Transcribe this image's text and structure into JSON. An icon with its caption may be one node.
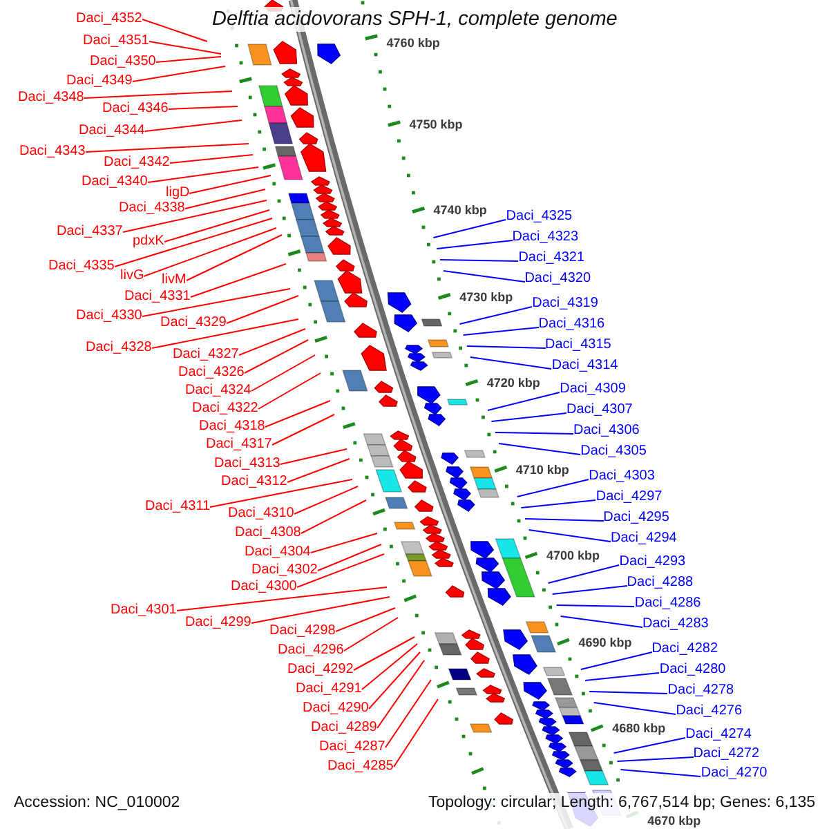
{
  "diagram": {
    "title": "Delftia acidovorans SPH-1, complete genome",
    "nodes": [
      {
        "text": [
          "Daci_4352"
        ]
      },
      {
        "text": [
          "Daci_4351"
        ]
      },
      {
        "text": [
          "Daci_4350"
        ]
      },
      {
        "text": [
          "Daci_4349"
        ]
      },
      {
        "text": [
          "Daci_4348"
        ]
      },
      {
        "text": [
          "Daci_4346"
        ]
      },
      {
        "text": [
          "Daci_4344"
        ]
      },
      {
        "text": [
          "Daci_4343"
        ]
      },
      {
        "text": [
          "Daci_4342"
        ]
      },
      {
        "text": [
          "Daci_4340"
        ]
      },
      {
        "text": [
          "ligD"
        ]
      },
      {
        "text": [
          "Daci_4338"
        ]
      },
      {
        "text": [
          "Daci_4337"
        ]
      },
      {
        "text": [
          "pdxK"
        ]
      },
      {
        "text": [
          "Daci_4335"
        ]
      },
      {
        "text": [
          "livG"
        ]
      },
      {
        "text": [
          "livM"
        ]
      },
      {
        "text": [
          "Daci_4331"
        ]
      },
      {
        "text": [
          "Daci_4330"
        ]
      },
      {
        "text": [
          "Daci_4329"
        ]
      },
      {
        "text": [
          "Daci_4328"
        ]
      },
      {
        "text": [
          "Daci_4327"
        ]
      },
      {
        "text": [
          "Daci_4326"
        ]
      },
      {
        "text": [
          "Daci_4324"
        ]
      },
      {
        "text": [
          "Daci_4322"
        ]
      },
      {
        "text": [
          "Daci_4318"
        ]
      },
      {
        "text": [
          "Daci_4317"
        ]
      },
      {
        "text": [
          "Daci_4313"
        ]
      },
      {
        "text": [
          "Daci_4312"
        ]
      },
      {
        "text": [
          "Daci_4311"
        ]
      },
      {
        "text": [
          "Daci_4310"
        ]
      },
      {
        "text": [
          "Daci_4308"
        ]
      },
      {
        "text": [
          "Daci_4304"
        ]
      },
      {
        "text": [
          "Daci_4302"
        ]
      },
      {
        "text": [
          "Daci_4300"
        ]
      },
      {
        "text": [
          "Daci_4301"
        ]
      },
      {
        "text": [
          "Daci_4299"
        ]
      },
      {
        "text": [
          "Daci_4298"
        ]
      },
      {
        "text": [
          "Daci_4296"
        ]
      },
      {
        "text": [
          "Daci_4292"
        ]
      },
      {
        "text": [
          "Daci_4291"
        ]
      },
      {
        "text": [
          "Daci_4290"
        ]
      },
      {
        "text": [
          "Daci_4289"
        ]
      },
      {
        "text": [
          "Daci_4287"
        ]
      },
      {
        "text": [
          "Daci_4285"
        ]
      },
      {
        "text": [
          "Daci_4325"
        ]
      },
      {
        "text": [
          "Daci_4323"
        ]
      },
      {
        "text": [
          "Daci_4321"
        ]
      },
      {
        "text": [
          "Daci_4320"
        ]
      },
      {
        "text": [
          "Daci_4319"
        ]
      },
      {
        "text": [
          "Daci_4316"
        ]
      },
      {
        "text": [
          "Daci_4315"
        ]
      },
      {
        "text": [
          "Daci_4314"
        ]
      },
      {
        "text": [
          "Daci_4309"
        ]
      },
      {
        "text": [
          "Daci_4307"
        ]
      },
      {
        "text": [
          "Daci_4306"
        ]
      },
      {
        "text": [
          "Daci_4305"
        ]
      },
      {
        "text": [
          "Daci_4303"
        ]
      },
      {
        "text": [
          "Daci_4297"
        ]
      },
      {
        "text": [
          "Daci_4295"
        ]
      },
      {
        "text": [
          "Daci_4294"
        ]
      },
      {
        "text": [
          "Daci_4293"
        ]
      },
      {
        "text": [
          "Daci_4288"
        ]
      },
      {
        "text": [
          "Daci_4286"
        ]
      },
      {
        "text": [
          "Daci_4283"
        ]
      },
      {
        "text": [
          "Daci_4282"
        ]
      },
      {
        "text": [
          "Daci_4280"
        ]
      },
      {
        "text": [
          "Daci_4278"
        ]
      },
      {
        "text": [
          "Daci_4276"
        ]
      },
      {
        "text": [
          "Daci_4274"
        ]
      },
      {
        "text": [
          "Daci_4272"
        ]
      },
      {
        "text": [
          "Daci_4270"
        ]
      }
    ],
    "edges": [
      {
        "from": 0,
        "to": null,
        "arrow": "none"
      },
      {
        "from": 1,
        "to": null,
        "arrow": "none"
      },
      {
        "from": 2,
        "to": null,
        "arrow": "none"
      },
      {
        "from": 3,
        "to": null,
        "arrow": "none"
      },
      {
        "from": 4,
        "to": null,
        "arrow": "none"
      },
      {
        "from": 5,
        "to": null,
        "arrow": "none"
      },
      {
        "from": 6,
        "to": null,
        "arrow": "none"
      },
      {
        "from": 7,
        "to": null,
        "arrow": "none"
      },
      {
        "from": 8,
        "to": null,
        "arrow": "none"
      },
      {
        "from": 9,
        "to": null,
        "arrow": "none"
      },
      {
        "from": 10,
        "to": null,
        "arrow": "none"
      },
      {
        "from": 11,
        "to": null,
        "arrow": "none"
      },
      {
        "from": 12,
        "to": null,
        "arrow": "none"
      },
      {
        "from": 13,
        "to": null,
        "arrow": "none"
      },
      {
        "from": 14,
        "to": null,
        "arrow": "none"
      },
      {
        "from": 15,
        "to": null,
        "arrow": "none"
      },
      {
        "from": 16,
        "to": null,
        "arrow": "none"
      },
      {
        "from": 17,
        "to": null,
        "arrow": "none"
      },
      {
        "from": 18,
        "to": null,
        "arrow": "none"
      },
      {
        "from": 19,
        "to": null,
        "arrow": "none"
      },
      {
        "from": 20,
        "to": null,
        "arrow": "none"
      },
      {
        "from": 21,
        "to": null,
        "arrow": "none"
      },
      {
        "from": 22,
        "to": null,
        "arrow": "none"
      },
      {
        "from": 23,
        "to": null,
        "arrow": "none"
      },
      {
        "from": 24,
        "to": null,
        "arrow": "none"
      },
      {
        "from": 25,
        "to": null,
        "arrow": "none"
      },
      {
        "from": 26,
        "to": null,
        "arrow": "none"
      },
      {
        "from": 27,
        "to": null,
        "arrow": "none"
      },
      {
        "from": 28,
        "to": null,
        "arrow": "none"
      },
      {
        "from": 29,
        "to": null,
        "arrow": "none"
      },
      {
        "from": 30,
        "to": null,
        "arrow": "none"
      },
      {
        "from": 31,
        "to": null,
        "arrow": "none"
      },
      {
        "from": 32,
        "to": null,
        "arrow": "none"
      },
      {
        "from": 33,
        "to": null,
        "arrow": "none"
      },
      {
        "from": 34,
        "to": null,
        "arrow": "none"
      },
      {
        "from": 35,
        "to": null,
        "arrow": "none"
      },
      {
        "from": 36,
        "to": null,
        "arrow": "none"
      },
      {
        "from": 37,
        "to": null,
        "arrow": "none"
      },
      {
        "from": 38,
        "to": null,
        "arrow": "none"
      },
      {
        "from": 39,
        "to": null,
        "arrow": "none"
      },
      {
        "from": 40,
        "to": null,
        "arrow": "none"
      },
      {
        "from": 41,
        "to": null,
        "arrow": "none"
      },
      {
        "from": 42,
        "to": null,
        "arrow": "none"
      },
      {
        "from": 43,
        "to": null,
        "arrow": "none"
      },
      {
        "from": 44,
        "to": null,
        "arrow": "none"
      },
      {
        "from": 45,
        "to": null,
        "arrow": "none",
        "color": "#0000ff"
      },
      {
        "from": 46,
        "to": null,
        "arrow": "none",
        "color": "#0000ff"
      },
      {
        "from": 47,
        "to": null,
        "arrow": "none",
        "color": "#0000ff"
      },
      {
        "from": 48,
        "to": null,
        "arrow": "none",
        "color": "#0000ff"
      },
      {
        "from": 49,
        "to": null,
        "arrow": "none",
        "color": "#0000ff"
      },
      {
        "from": 50,
        "to": null,
        "arrow": "none",
        "color": "#0000ff"
      },
      {
        "from": 51,
        "to": null,
        "arrow": "none",
        "color": "#0000ff"
      },
      {
        "from": 52,
        "to": null,
        "arrow": "none",
        "color": "#0000ff"
      },
      {
        "from": 53,
        "to": null,
        "arrow": "none",
        "color": "#0000ff"
      },
      {
        "from": 54,
        "to": null,
        "arrow": "none",
        "color": "#0000ff"
      },
      {
        "from": 55,
        "to": null,
        "arrow": "none",
        "color": "#0000ff"
      },
      {
        "from": 56,
        "to": null,
        "arrow": "none",
        "color": "#0000ff"
      },
      {
        "from": 57,
        "to": null,
        "arrow": "none",
        "color": "#0000ff"
      },
      {
        "from": 58,
        "to": null,
        "arrow": "none",
        "color": "#0000ff"
      },
      {
        "from": 59,
        "to": null,
        "arrow": "none",
        "color": "#0000ff"
      },
      {
        "from": 60,
        "to": null,
        "arrow": "none",
        "color": "#0000ff"
      },
      {
        "from": 61,
        "to": null,
        "arrow": "none",
        "color": "#0000ff"
      },
      {
        "from": 62,
        "to": null,
        "arrow": "none",
        "color": "#0000ff"
      },
      {
        "from": 63,
        "to": null,
        "arrow": "none",
        "color": "#0000ff"
      },
      {
        "from": 64,
        "to": null,
        "arrow": "none",
        "color": "#0000ff"
      },
      {
        "from": 65,
        "to": null,
        "arrow": "none",
        "color": "#0000ff"
      },
      {
        "from": 66,
        "to": null,
        "arrow": "none",
        "color": "#0000ff"
      },
      {
        "from": 67,
        "to": null,
        "arrow": "none",
        "color": "#0000ff"
      },
      {
        "from": 68,
        "to": null,
        "arrow": "none",
        "color": "#0000ff"
      },
      {
        "from": 69,
        "to": null,
        "arrow": "none",
        "color": "#0000ff"
      },
      {
        "from": 70,
        "to": null,
        "arrow": "none",
        "color": "#0000ff"
      },
      {
        "from": 71,
        "to": null,
        "arrow": "none",
        "color": "#0000ff"
      }
    ],
    "labels": [
      "4760 kbp",
      "4750 kbp",
      "4740 kbp",
      "4730 kbp",
      "4720 kbp",
      "4710 kbp",
      "4700 kbp",
      "4690 kbp",
      "4680 kbp",
      "4670 kbp",
      "Accession: NC_010002",
      "Topology: circular; Length: 6,767,514 bp; Genes: 6,135"
    ]
  }
}
